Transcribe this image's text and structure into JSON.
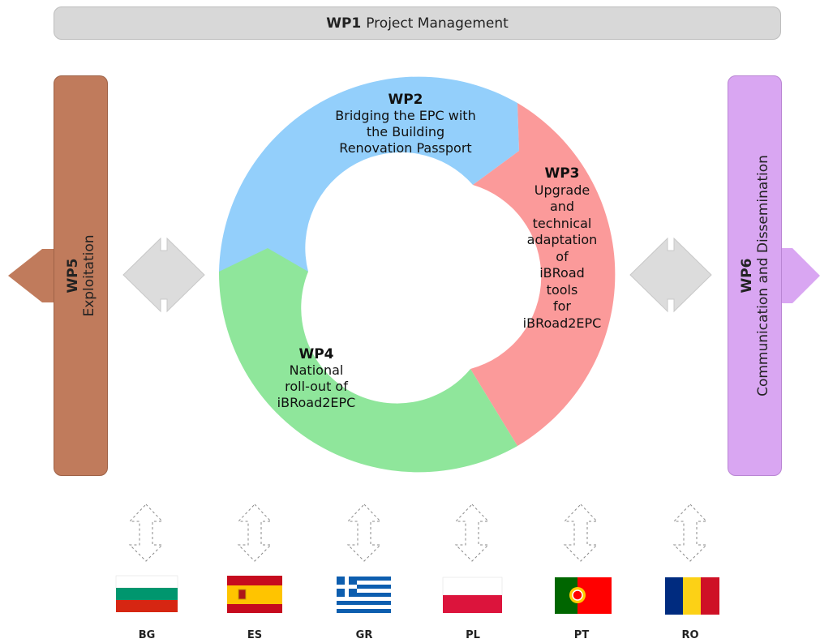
{
  "wp1": {
    "code": "WP1",
    "label": "Project Management"
  },
  "wp5": {
    "code": "WP5",
    "label": "Exploitation",
    "color": "#c07b5c"
  },
  "wp6": {
    "code": "WP6",
    "label": "Communication and Dissemination",
    "color": "#d9a6f2"
  },
  "ring": {
    "wp2": {
      "code": "WP2",
      "lines": [
        "Bridging the EPC with",
        "the Building",
        "Renovation Passport"
      ],
      "color": "#93cffb"
    },
    "wp3": {
      "code": "WP3",
      "lines": [
        "Upgrade",
        "and",
        "technical",
        "adaptation",
        "of",
        "iBRoad",
        "tools",
        "for",
        "iBRoad2EPC"
      ],
      "color": "#fb9a9a"
    },
    "wp4": {
      "code": "WP4",
      "lines": [
        "National",
        "roll-out of",
        "iBRoad2EPC"
      ],
      "color": "#8fe69b"
    }
  },
  "countries": [
    {
      "code": "BG",
      "flag": "bulgaria-flag"
    },
    {
      "code": "ES",
      "flag": "spain-flag"
    },
    {
      "code": "GR",
      "flag": "greece-flag"
    },
    {
      "code": "PL",
      "flag": "poland-flag"
    },
    {
      "code": "PT",
      "flag": "portugal-flag"
    },
    {
      "code": "RO",
      "flag": "romania-flag"
    }
  ]
}
